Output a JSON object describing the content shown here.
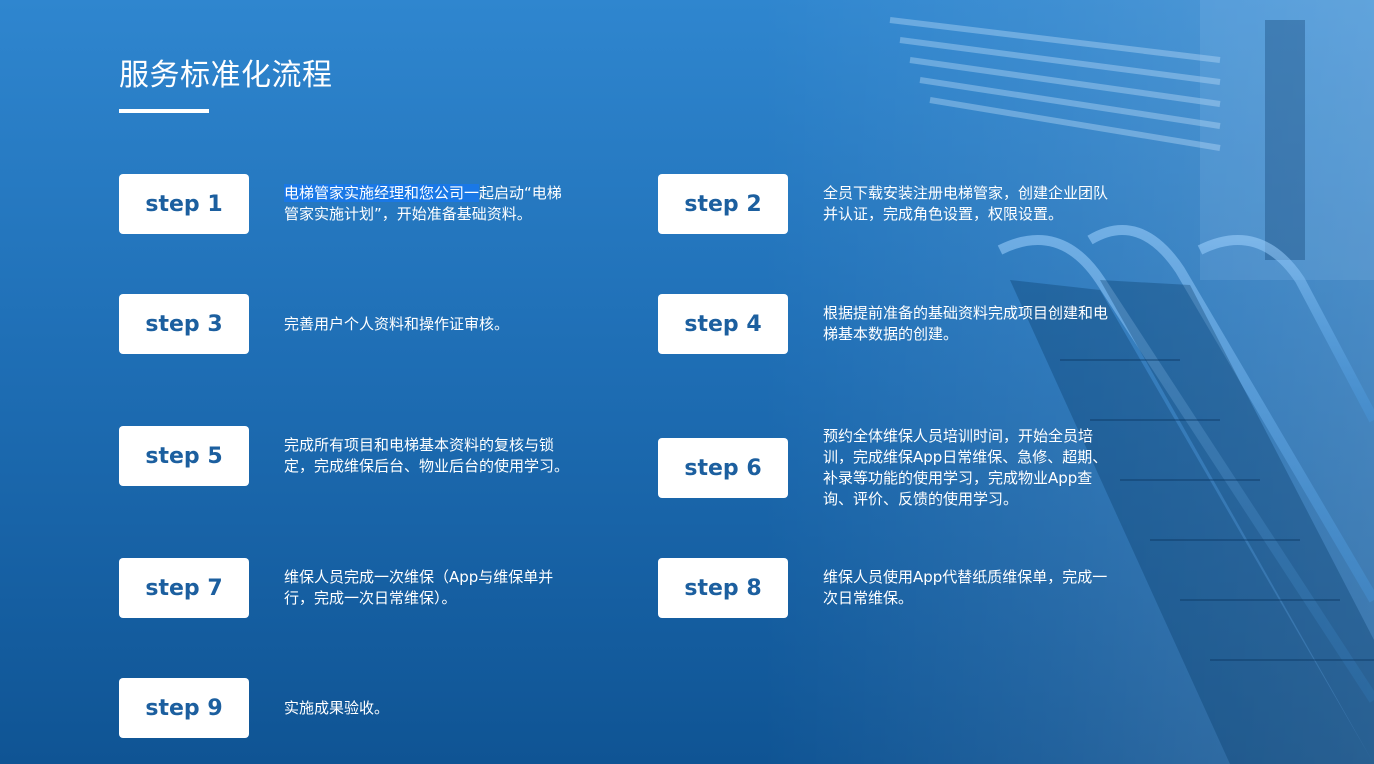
{
  "page": {
    "title": "服务标准化流程"
  },
  "steps": [
    {
      "label": "step 1",
      "text": "电梯管家实施经理和您公司一起启动“电梯管家实施计划”，开始准备基础资料。"
    },
    {
      "label": "step 2",
      "text": "全员下载安装注册电梯管家，创建企业团队并认证，完成角色设置，权限设置。"
    },
    {
      "label": "step 3",
      "text": "完善用户个人资料和操作证审核。"
    },
    {
      "label": "step 4",
      "text": "根据提前准备的基础资料完成项目创建和电梯基本数据的创建。"
    },
    {
      "label": "step 5",
      "text": "完成所有项目和电梯基本资料的复核与锁定，完成维保后台、物业后台的使用学习。"
    },
    {
      "label": "step 6",
      "text": "预约全体维保人员培训时间，开始全员培训，完成维保App日常维保、急修、超期、补录等功能的使用学习，完成物业App查询、评价、反馈的使用学习。"
    },
    {
      "label": "step 7",
      "text": "维保人员完成一次维保（App与维保单并行，完成一次日常维保）。"
    },
    {
      "label": "step 8",
      "text": "维保人员使用App代替纸质维保单，完成一次日常维保。"
    },
    {
      "label": "step 9",
      "text": "实施成果验收。"
    }
  ],
  "colors": {
    "background_top": "#2f86cf",
    "background_bottom": "#0f5494",
    "badge_text": "#1c5f9f",
    "selection_highlight": "#1a78e6"
  }
}
